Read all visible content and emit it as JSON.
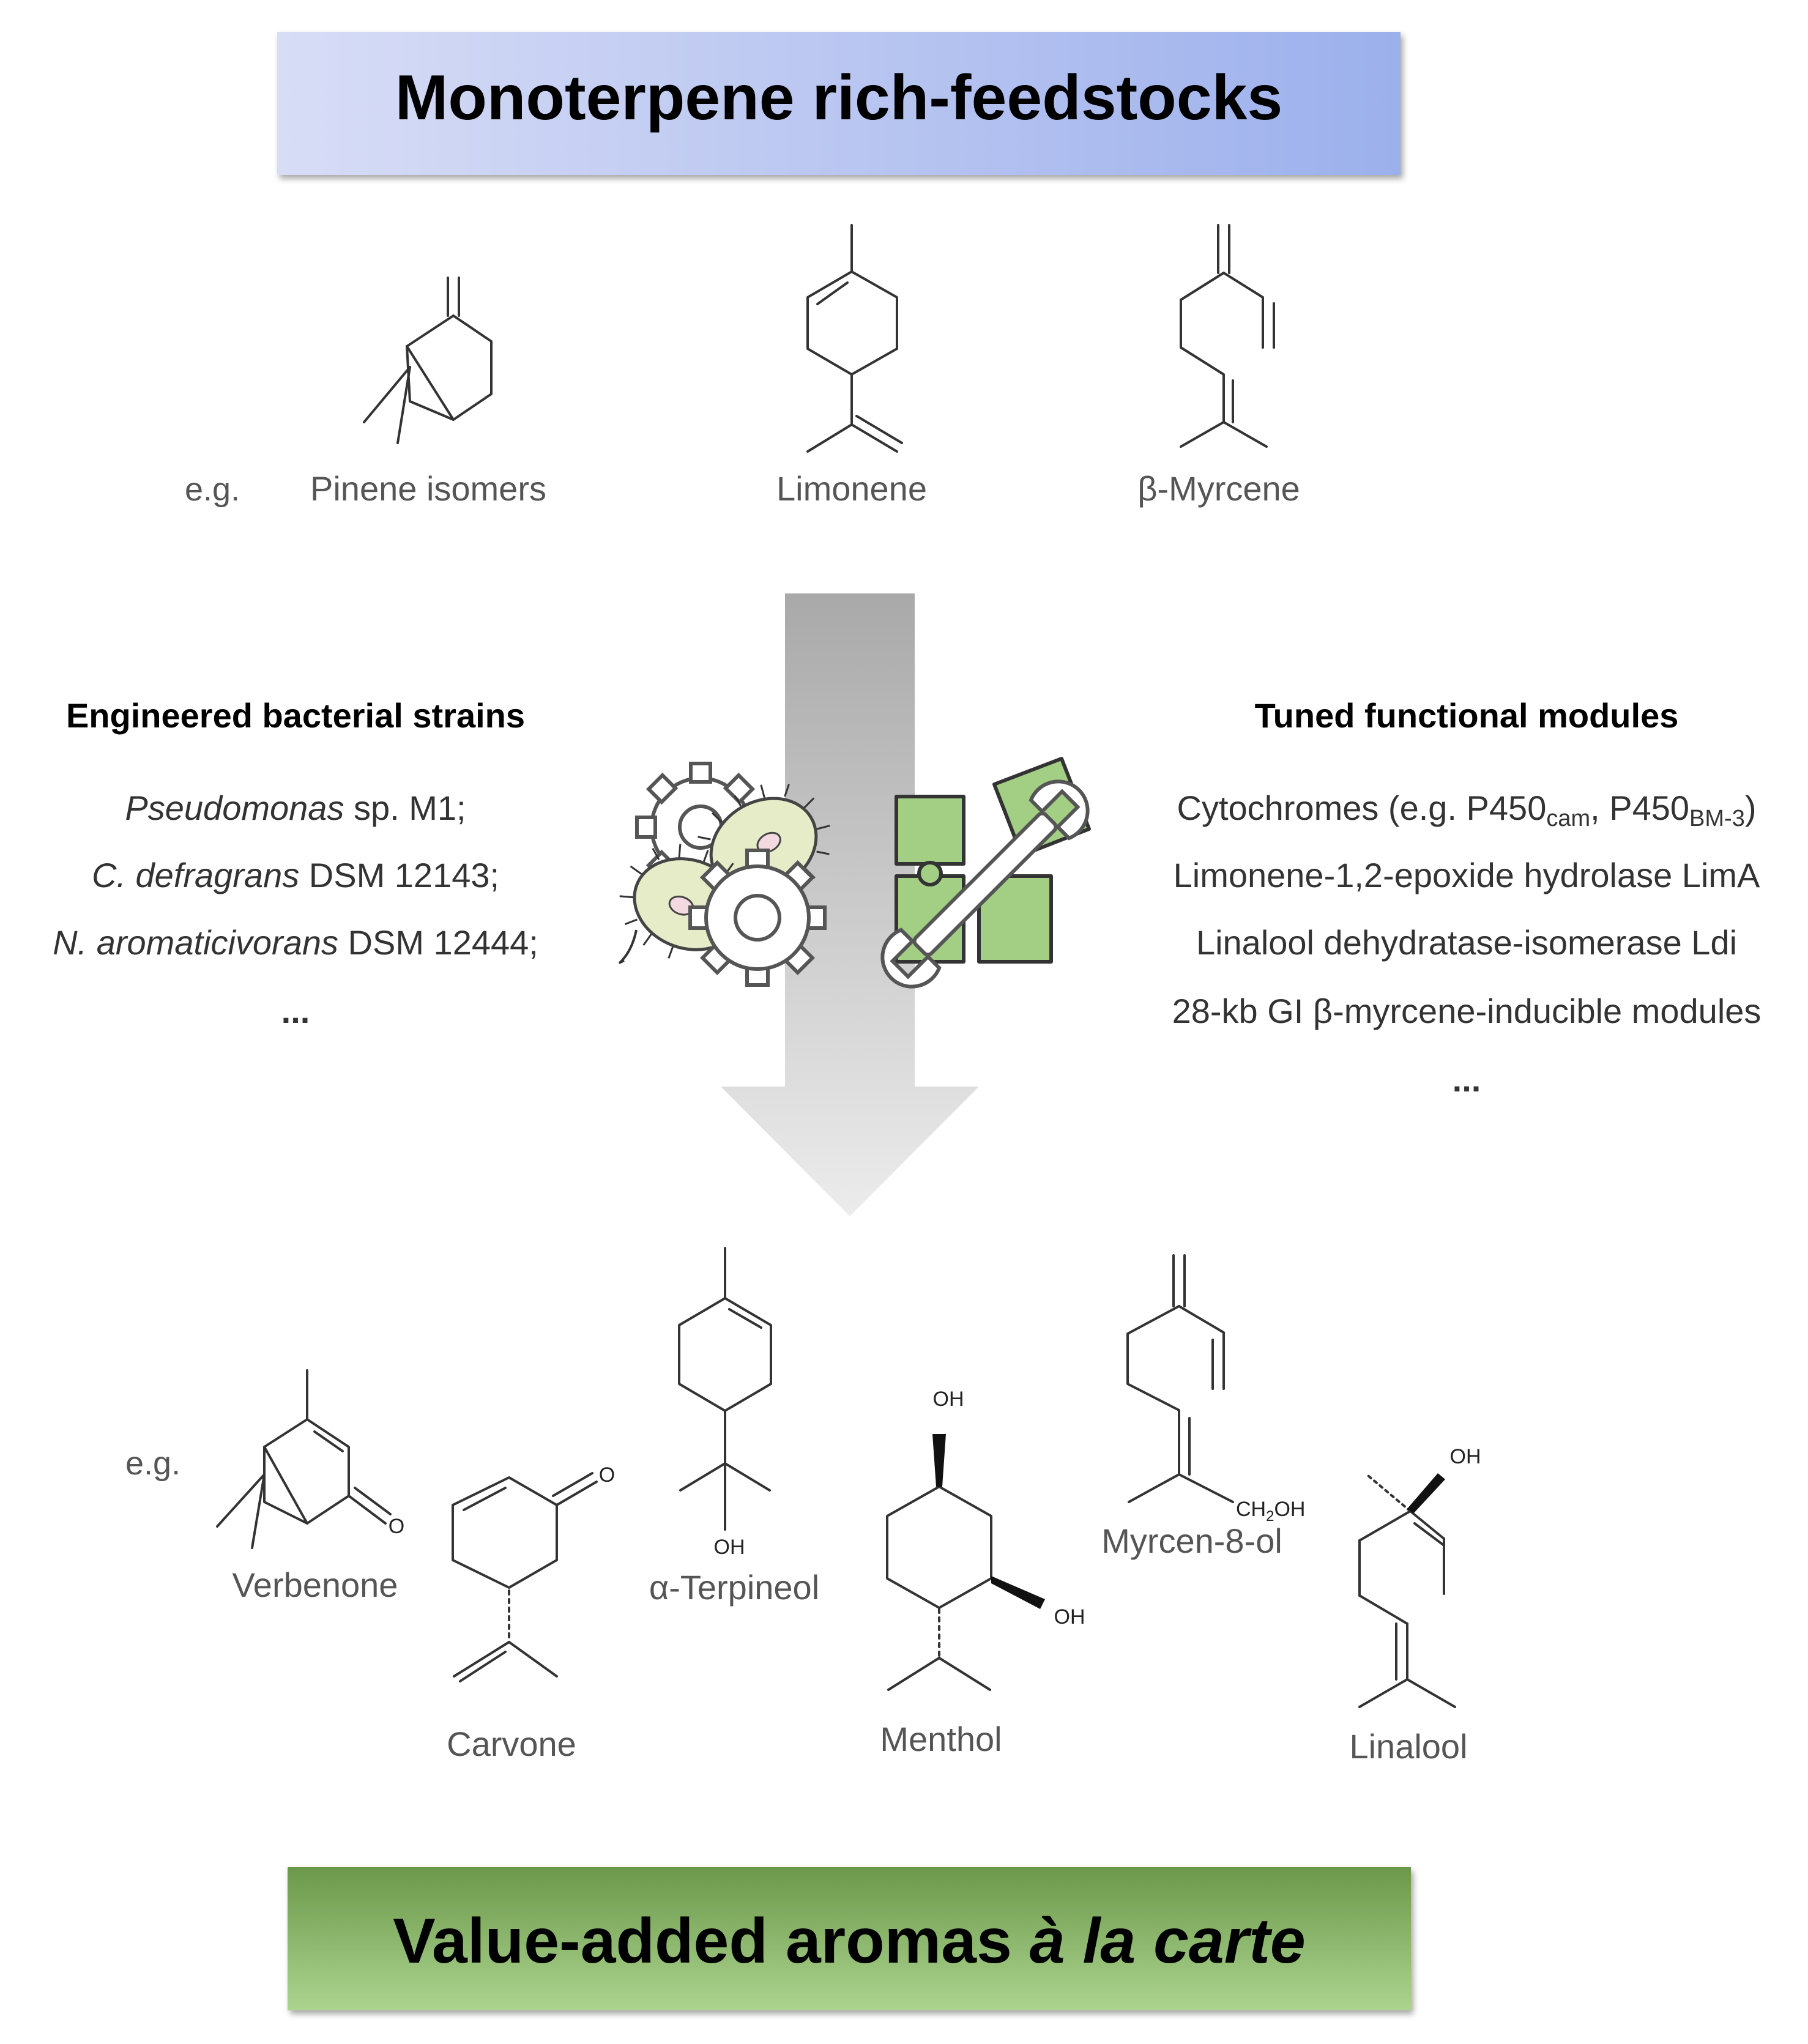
{
  "header": {
    "title": "Monoterpene rich-feedstocks",
    "colors": {
      "left": "#d6dcf5",
      "right": "#9db0ec"
    }
  },
  "feedstocks": {
    "prefix": "e.g.",
    "items": [
      "Pinene isomers",
      "Limonene",
      "β-Myrcene"
    ]
  },
  "strains": {
    "heading": "Engineered bacterial strains",
    "items": [
      {
        "italic": "Pseudomonas",
        "rest": " sp. M1;"
      },
      {
        "italic": "C. defragrans",
        "rest": " DSM 12143;"
      },
      {
        "italic": "N. aromaticivorans",
        "rest": " DSM 12444;"
      }
    ],
    "ellipsis": "..."
  },
  "modules": {
    "heading": "Tuned functional modules",
    "cytochrome": {
      "pre": "Cytochromes (e.g. P450",
      "sub1": "cam",
      "mid": ", P450",
      "sub2": "BM-3",
      "post": ")"
    },
    "items": [
      "Limonene-1,2-epoxide hydrolase LimA",
      "Linalool dehydratase-isomerase Ldi",
      "28-kb GI β-myrcene-inducible modules"
    ],
    "ellipsis": "..."
  },
  "products": {
    "prefix": "e.g.",
    "items": [
      "Verbenone",
      "Carvone",
      "α-Terpineol",
      "Menthol",
      "Myrcen-8-ol",
      "Linalool"
    ],
    "atoms": {
      "oxygen": "O",
      "hydroxyl": "OH",
      "ch2": "CH",
      "ch2_sub": "2",
      "ch2_oh": "OH"
    }
  },
  "footer": {
    "title_main": "Value-added aromas ",
    "title_italic": "à la carte",
    "colors": {
      "top": "#6d9a4a",
      "bottom": "#a9d18c"
    }
  },
  "icons": {
    "gear_color": "#555555",
    "bacteria_color": "#e6ebc8",
    "puzzle_color": "#a3cf85"
  }
}
